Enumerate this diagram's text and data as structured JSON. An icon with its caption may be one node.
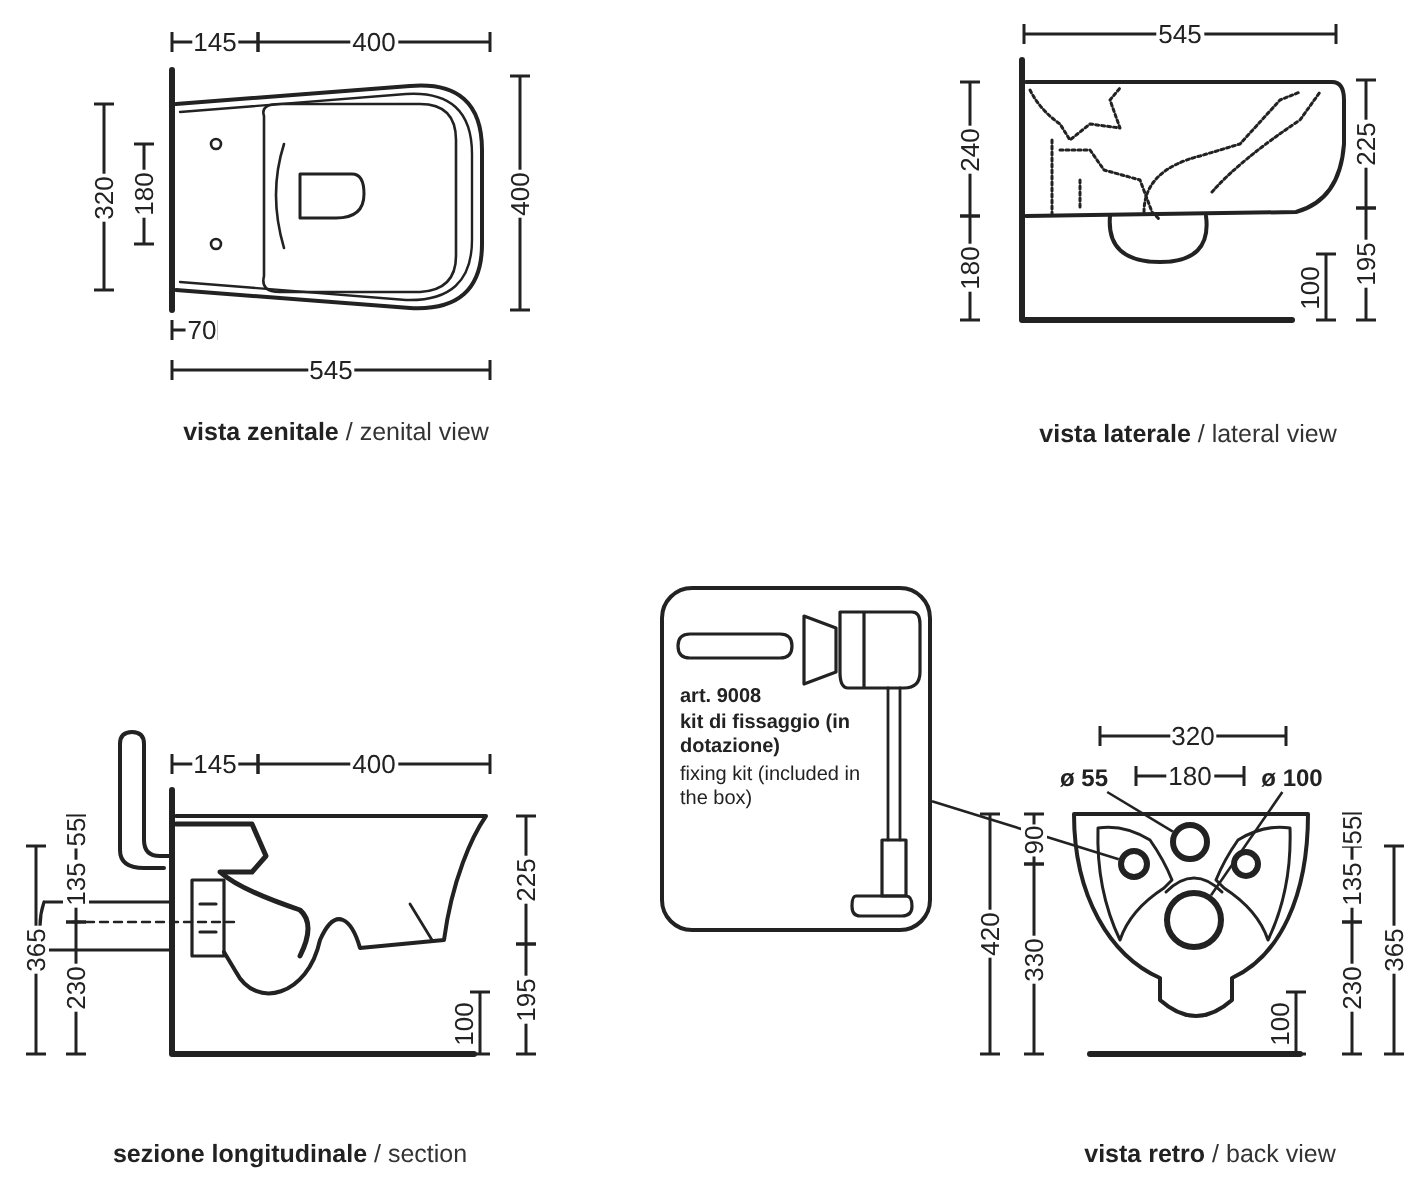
{
  "diagram": {
    "nodes": [
      {
        "text": [
          "art. 9008",
          "kit di fissaggio (in dotazione)",
          "fixing kit (included in the box)"
        ]
      },
      {
        "text": [],
        "shape": "circle"
      },
      {
        "text": [
          "ø 55"
        ]
      },
      {
        "text": [],
        "shape": "circle"
      },
      {
        "text": [
          "ø 100"
        ]
      },
      {
        "text": [],
        "shape": "circle"
      }
    ],
    "edges": [
      {
        "from": 0,
        "to": 1,
        "arrow": "none"
      },
      {
        "from": 2,
        "to": 3,
        "arrow": "none"
      },
      {
        "from": 4,
        "to": 5,
        "arrow": "none"
      }
    ],
    "labels": [
      "145",
      "400",
      "320",
      "180",
      "400",
      "70",
      "545",
      "**vista zenitale** / zenital view",
      "545",
      "240",
      "225",
      "180",
      "100",
      "195",
      "**vista laterale** / lateral view",
      "145",
      "400",
      "55",
      "135",
      "365",
      "225",
      "230",
      "195",
      "100",
      "**sezione longitudinale** / section",
      "320",
      "180",
      "90",
      "55",
      "420",
      "330",
      "135",
      "365",
      "230",
      "100",
      "**vista retro** / back view"
    ]
  }
}
